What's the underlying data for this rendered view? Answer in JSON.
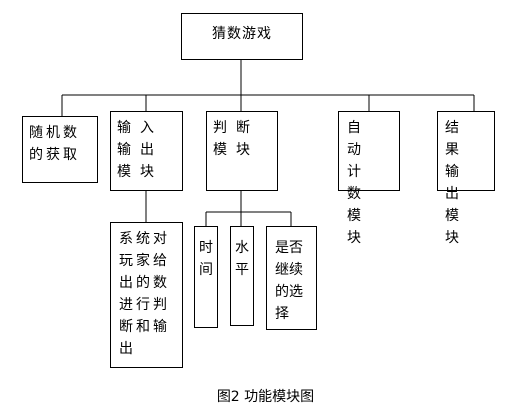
{
  "title": "猜数游戏",
  "modules": [
    "随机数的获取",
    "输入输出模块",
    "判断模块",
    "自动计数模块",
    "结果输出模块"
  ],
  "input_detail": "系统对玩家给出的数进行判断和输出",
  "judge_children": [
    "时间",
    "水平",
    "是否继续的选择"
  ],
  "caption": "图2  功能模块图"
}
